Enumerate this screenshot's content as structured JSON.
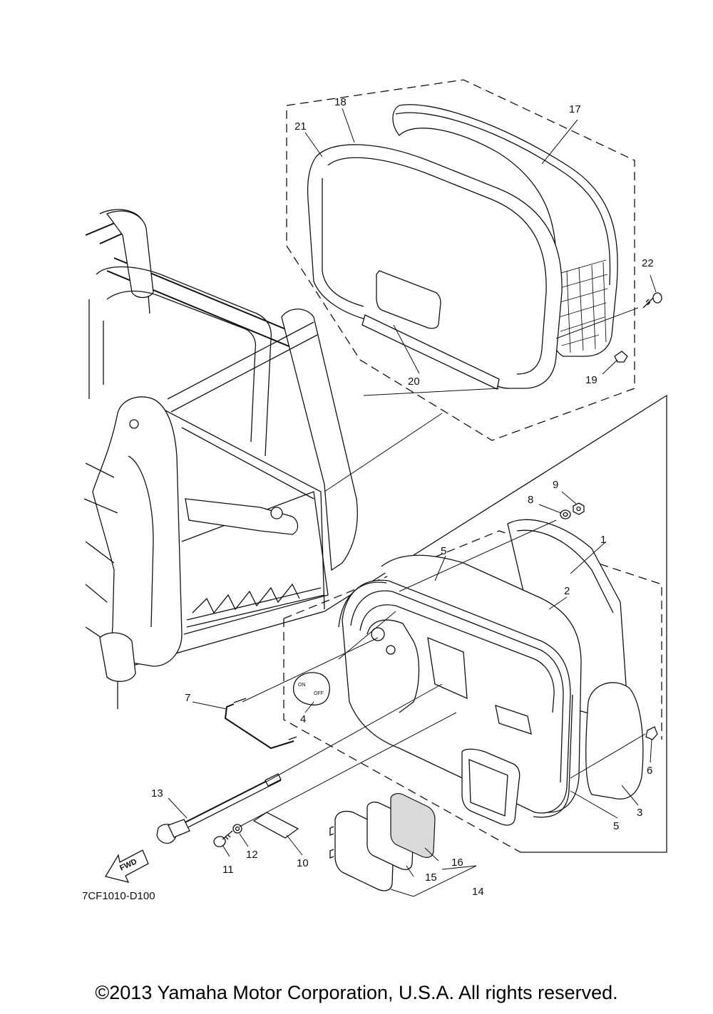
{
  "diagram": {
    "code": "7CF1010-D100",
    "fwd_label": "FWD",
    "knob_on": "ON",
    "knob_off": "OFF",
    "parts": [
      {
        "id": "p1",
        "number": "1"
      },
      {
        "id": "p2",
        "number": "2"
      },
      {
        "id": "p3",
        "number": "3"
      },
      {
        "id": "p4",
        "number": "4"
      },
      {
        "id": "p5a",
        "number": "5"
      },
      {
        "id": "p5b",
        "number": "5"
      },
      {
        "id": "p6",
        "number": "6"
      },
      {
        "id": "p7",
        "number": "7"
      },
      {
        "id": "p8",
        "number": "8"
      },
      {
        "id": "p9",
        "number": "9"
      },
      {
        "id": "p10",
        "number": "10"
      },
      {
        "id": "p11",
        "number": "11"
      },
      {
        "id": "p12",
        "number": "12"
      },
      {
        "id": "p13",
        "number": "13"
      },
      {
        "id": "p14",
        "number": "14"
      },
      {
        "id": "p15",
        "number": "15"
      },
      {
        "id": "p16",
        "number": "16"
      },
      {
        "id": "p17",
        "number": "17"
      },
      {
        "id": "p18",
        "number": "18"
      },
      {
        "id": "p19",
        "number": "19"
      },
      {
        "id": "p20",
        "number": "20"
      },
      {
        "id": "p21",
        "number": "21"
      },
      {
        "id": "p22",
        "number": "22"
      }
    ]
  },
  "footer": {
    "copyright": "©2013 Yamaha Motor Corporation, U.S.A. All rights reserved."
  }
}
